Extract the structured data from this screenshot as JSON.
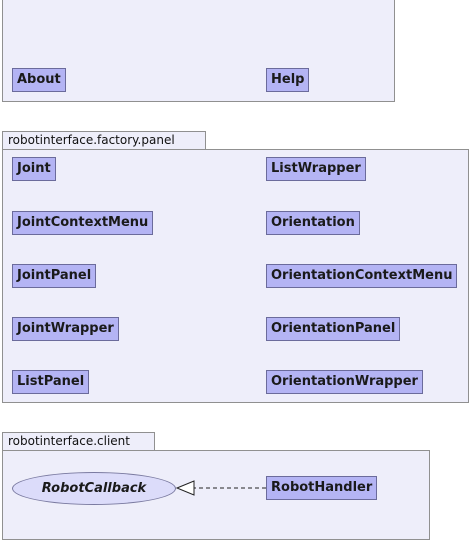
{
  "packages": {
    "top": {
      "classes": {
        "about": "About",
        "help": "Help"
      }
    },
    "factory_panel": {
      "name": "robotinterface.factory.panel",
      "classes": {
        "joint": "Joint",
        "joint_context_menu": "JointContextMenu",
        "joint_panel": "JointPanel",
        "joint_wrapper": "JointWrapper",
        "list_panel": "ListPanel",
        "list_wrapper": "ListWrapper",
        "orientation": "Orientation",
        "orientation_context_menu": "OrientationContextMenu",
        "orientation_panel": "OrientationPanel",
        "orientation_wrapper": "OrientationWrapper"
      }
    },
    "client": {
      "name": "robotinterface.client",
      "interface": "RobotCallback",
      "classes": {
        "robot_handler": "RobotHandler"
      }
    }
  }
}
